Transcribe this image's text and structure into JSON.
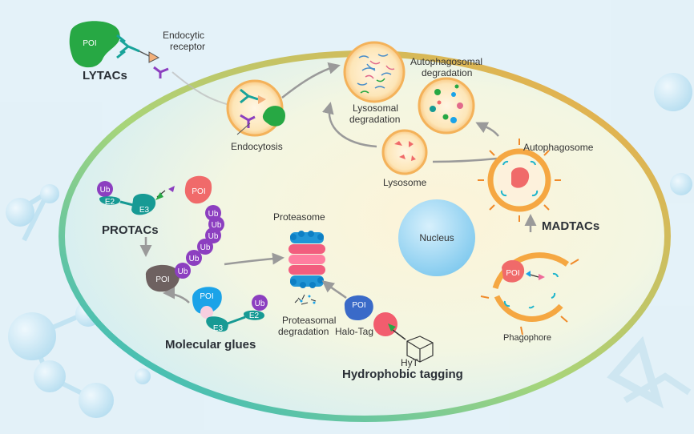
{
  "labels": {
    "poi": "POI",
    "ub": "Ub",
    "e2": "E2",
    "e3": "E3",
    "lytacs": "LYTACs",
    "endocytic_receptor_1": "Endocytic",
    "endocytic_receptor_2": "receptor",
    "endocytosis": "Endocytosis",
    "lysosomal_1": "Lysosomal",
    "lysosomal_2": "degradation",
    "autophagosomal_1": "Autophagosomal",
    "autophagosomal_2": "degradation",
    "lysosome": "Lysosome",
    "autophagosome": "Autophagosome",
    "nucleus": "Nucleus",
    "madtacs": "MADTACs",
    "phagophore": "Phagophore",
    "protacs": "PROTACs",
    "proteasome": "Proteasome",
    "proteasomal_1": "Proteasomal",
    "proteasomal_2": "degradation",
    "molecular_glues": "Molecular glues",
    "halo_tag": "Halo-Tag",
    "hyt": "HyT",
    "hydrophobic_tagging": "Hydrophobic tagging"
  },
  "colors": {
    "poi_green": "#27a844",
    "poi_red": "#f06a6a",
    "poi_gray": "#6e6160",
    "poi_blue": "#1ba3e8",
    "poi_navy": "#3a6ac8",
    "ub_purple": "#8c3fc0",
    "e2_e3_teal": "#179a94",
    "cell_orange": "#f5a742",
    "cell_teal": "#1eb5cc",
    "lysosome_fill": "#fde2ab",
    "nucleus_blue": "#8ed1f1"
  }
}
